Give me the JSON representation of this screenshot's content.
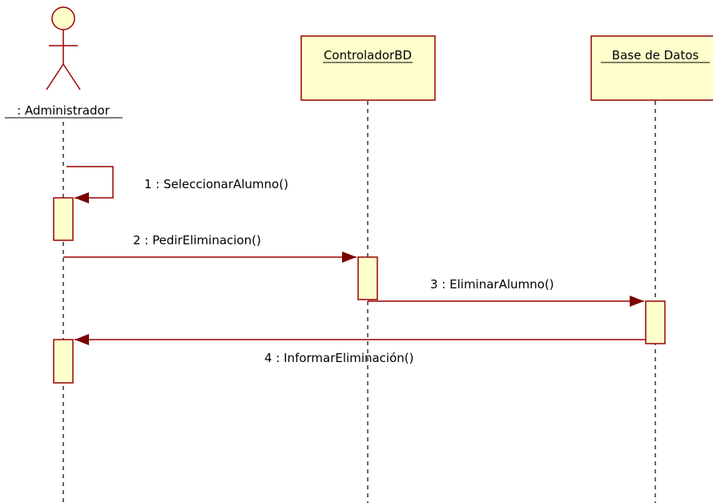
{
  "diagram": {
    "actor": {
      "label": ": Administrador"
    },
    "objects": [
      {
        "id": "controlador",
        "label": "ControladorBD"
      },
      {
        "id": "base",
        "label": "Base de Datos"
      }
    ],
    "messages": [
      {
        "id": "m1",
        "label": "1 : SeleccionarAlumno()",
        "from": "Administrador",
        "to": "Administrador"
      },
      {
        "id": "m2",
        "label": "2 : PedirEliminacion()",
        "from": "Administrador",
        "to": "ControladorBD"
      },
      {
        "id": "m3",
        "label": "3 : EliminarAlumno()",
        "from": "ControladorBD",
        "to": "Base de Datos"
      },
      {
        "id": "m4",
        "label": "4 : InformarEliminación()",
        "from": "Base de Datos",
        "to": "Administrador"
      }
    ],
    "colors": {
      "object_fill": "#FFFFCC",
      "activation_fill": "#FFFFCC",
      "border": "#990000",
      "message_line": "#990000",
      "lifeline": "#000000"
    }
  }
}
